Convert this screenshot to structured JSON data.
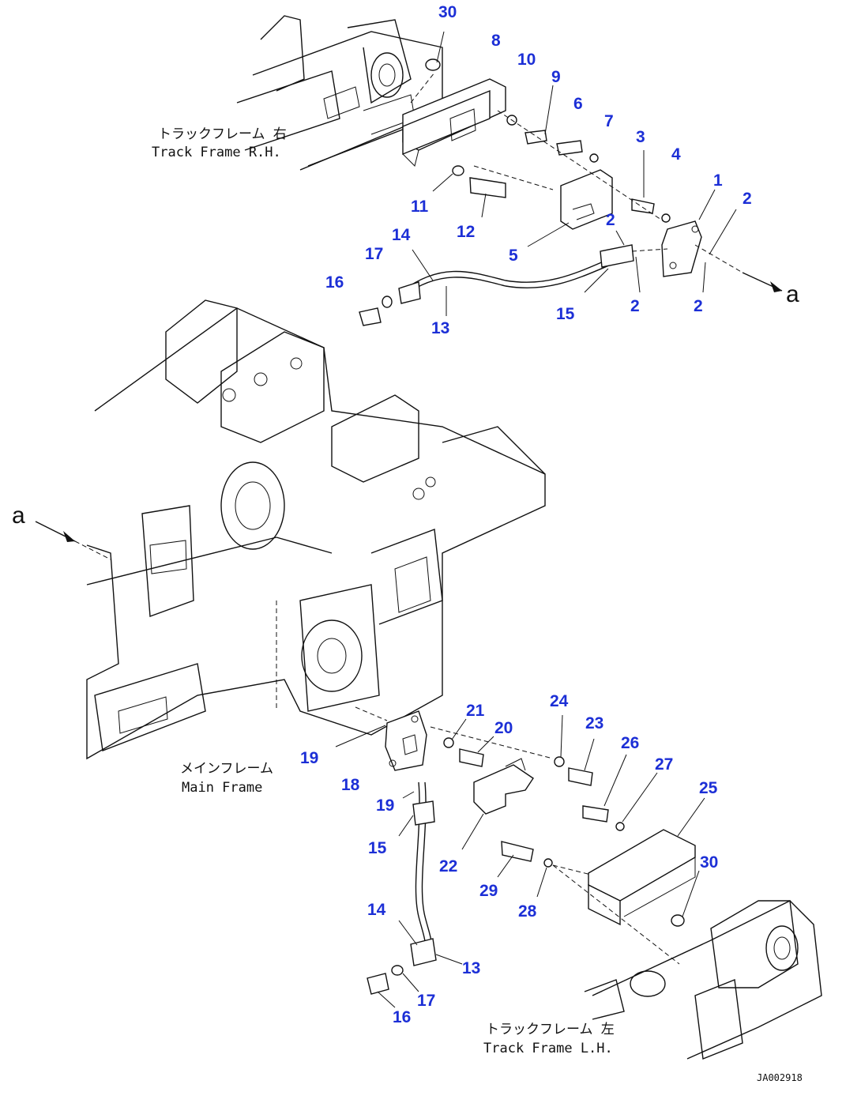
{
  "labels": [
    {
      "id": "30",
      "text": "30"
    },
    {
      "id": "8",
      "text": "8"
    },
    {
      "id": "10",
      "text": "10"
    },
    {
      "id": "9",
      "text": "9"
    },
    {
      "id": "6",
      "text": "6"
    },
    {
      "id": "7",
      "text": "7"
    },
    {
      "id": "3",
      "text": "3"
    },
    {
      "id": "4",
      "text": "4"
    },
    {
      "id": "1",
      "text": "1"
    },
    {
      "id": "2",
      "text": "2"
    },
    {
      "id": "11",
      "text": "11"
    },
    {
      "id": "12",
      "text": "12"
    },
    {
      "id": "5",
      "text": "5"
    },
    {
      "id": "14",
      "text": "14"
    },
    {
      "id": "17",
      "text": "17"
    },
    {
      "id": "16",
      "text": "16"
    },
    {
      "id": "13",
      "text": "13"
    },
    {
      "id": "15",
      "text": "15"
    },
    {
      "id": "21",
      "text": "21"
    },
    {
      "id": "20",
      "text": "20"
    },
    {
      "id": "24",
      "text": "24"
    },
    {
      "id": "23",
      "text": "23"
    },
    {
      "id": "26",
      "text": "26"
    },
    {
      "id": "27",
      "text": "27"
    },
    {
      "id": "25",
      "text": "25"
    },
    {
      "id": "19",
      "text": "19"
    },
    {
      "id": "18",
      "text": "18"
    },
    {
      "id": "22",
      "text": "22"
    },
    {
      "id": "29",
      "text": "29"
    },
    {
      "id": "28",
      "text": "28"
    }
  ],
  "captions": {
    "track_rh_jp": "トラックフレーム 右",
    "track_rh_en": "Track Frame R.H.",
    "main_jp": "メインフレーム",
    "main_en": "Main Frame",
    "track_lh_jp": "トラックフレーム 左",
    "track_lh_en": "Track Frame L.H."
  },
  "arrow_label": "a",
  "figure_code": "JA002918",
  "colors": {
    "callout": "#1c2fd6",
    "line": "#111111",
    "background": "#ffffff"
  }
}
